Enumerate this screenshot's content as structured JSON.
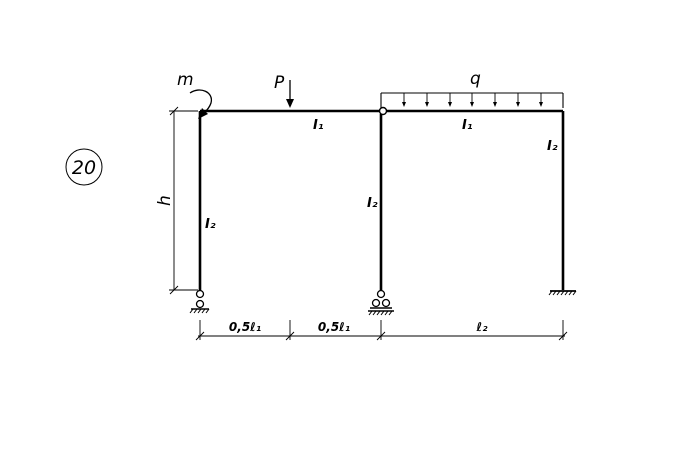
{
  "problem_number": "20",
  "loads": {
    "moment": "m",
    "force": "P",
    "distributed": "q"
  },
  "height": "h",
  "stiffness": {
    "beam_left": "I₁",
    "beam_right": "I₁",
    "col_left": "I₂",
    "col_middle": "I₂",
    "col_right": "I₂"
  },
  "dimensions": {
    "seg1": "0,5ℓ₁",
    "seg2": "0,5ℓ₁",
    "seg3": "ℓ₂"
  }
}
